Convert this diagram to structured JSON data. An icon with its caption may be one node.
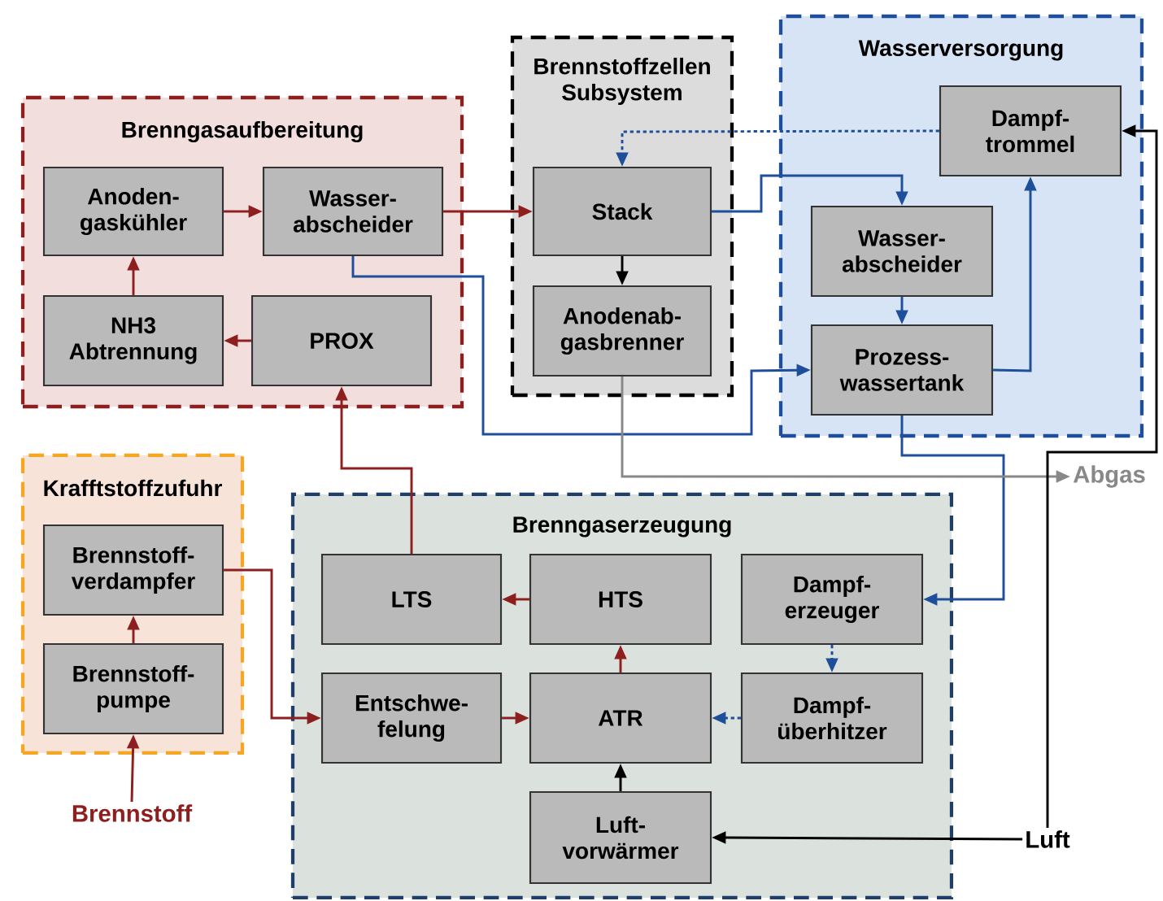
{
  "diagram": {
    "nodes": [
      {
        "text": [
          "Brenngasaufbereitung"
        ]
      },
      {
        "text": [
          "Anoden- gaskühler"
        ],
        "in": 0
      },
      {
        "text": [
          "Wasser- abscheider"
        ],
        "in": 0
      },
      {
        "text": [
          "NH3 Abtrennung"
        ],
        "in": 0
      },
      {
        "text": [
          "PROX"
        ],
        "in": 0
      },
      {
        "text": [
          "Brennstoffzellen Subsystem"
        ]
      },
      {
        "text": [
          "Stack"
        ],
        "in": 5
      },
      {
        "text": [
          "Anodenab- gasbrenner"
        ],
        "in": 5
      },
      {
        "text": [
          "Wasserversorgung"
        ]
      },
      {
        "text": [
          "Dampf- trommel"
        ],
        "in": 8
      },
      {
        "text": [
          "Wasser- abscheider"
        ],
        "in": 8
      },
      {
        "text": [
          "Prozess- wassertank"
        ],
        "in": 8
      },
      {
        "text": [
          "Krafftstoffzufuhr"
        ]
      },
      {
        "text": [
          "Brennstoff- verdampfer"
        ],
        "in": 12
      },
      {
        "text": [
          "Brennstoff- pumpe"
        ],
        "in": 12
      },
      {
        "text": [
          "Brenngaserzeugung"
        ]
      },
      {
        "text": [
          "LTS"
        ],
        "in": 15
      },
      {
        "text": [
          "HTS"
        ],
        "in": 15
      },
      {
        "text": [
          "Dampf- erzeuger"
        ],
        "in": 15
      },
      {
        "text": [
          "Entschwe- felung"
        ],
        "in": 15
      },
      {
        "text": [
          "ATR"
        ],
        "in": 15
      },
      {
        "text": [
          "Dampf- überhitzer"
        ],
        "in": 15
      },
      {
        "text": [
          "Luft- vorwärmer"
        ],
        "in": 15
      },
      {
        "text": [
          "Brennstoff"
        ]
      },
      {
        "text": [
          "Luft"
        ]
      },
      {
        "text": [
          "Abgas"
        ]
      }
    ],
    "edges": [
      {
        "from": 1,
        "to": 2,
        "arrow": "to"
      },
      {
        "from": 3,
        "to": 1,
        "arrow": "to"
      },
      {
        "from": 4,
        "to": 3,
        "arrow": "to"
      },
      {
        "from": 2,
        "to": 6,
        "arrow": "to"
      },
      {
        "from": 16,
        "to": 4,
        "arrow": "to"
      },
      {
        "from": 2,
        "to": 11,
        "arrow": "to",
        "color": "#1f4e9a"
      },
      {
        "from": 9,
        "to": 6,
        "arrow": "to",
        "style": "dashed",
        "color": "#1f4e9a"
      },
      {
        "from": 6,
        "to": 10,
        "arrow": "to",
        "color": "#1f4e9a"
      },
      {
        "from": 10,
        "to": 11,
        "arrow": "to",
        "color": "#1f4e9a"
      },
      {
        "from": 11,
        "to": 9,
        "arrow": "to",
        "color": "#1f4e9a"
      },
      {
        "from": 11,
        "to": 18,
        "arrow": "to",
        "color": "#1f4e9a"
      },
      {
        "from": 7,
        "to": 25,
        "arrow": "to",
        "color": "#888888"
      },
      {
        "from": 6,
        "to": 7,
        "arrow": "to",
        "color": "#000000"
      },
      {
        "from": 24,
        "to": 9,
        "arrow": "to",
        "color": "#000000"
      },
      {
        "from": 24,
        "to": 22,
        "arrow": "to",
        "color": "#000000"
      },
      {
        "from": 22,
        "to": 20,
        "arrow": "to",
        "color": "#000000"
      },
      {
        "from": 20,
        "to": 17,
        "arrow": "to"
      },
      {
        "from": 17,
        "to": 16,
        "arrow": "to"
      },
      {
        "from": 19,
        "to": 20,
        "arrow": "to"
      },
      {
        "from": 18,
        "to": 21,
        "arrow": "to",
        "style": "dashed",
        "color": "#1f4e9a"
      },
      {
        "from": 21,
        "to": 20,
        "arrow": "to",
        "style": "dashed",
        "color": "#1f4e9a"
      },
      {
        "from": 13,
        "to": 19,
        "arrow": "to"
      },
      {
        "from": 14,
        "to": 13,
        "arrow": "to"
      },
      {
        "from": 23,
        "to": 14,
        "arrow": "to"
      }
    ]
  }
}
